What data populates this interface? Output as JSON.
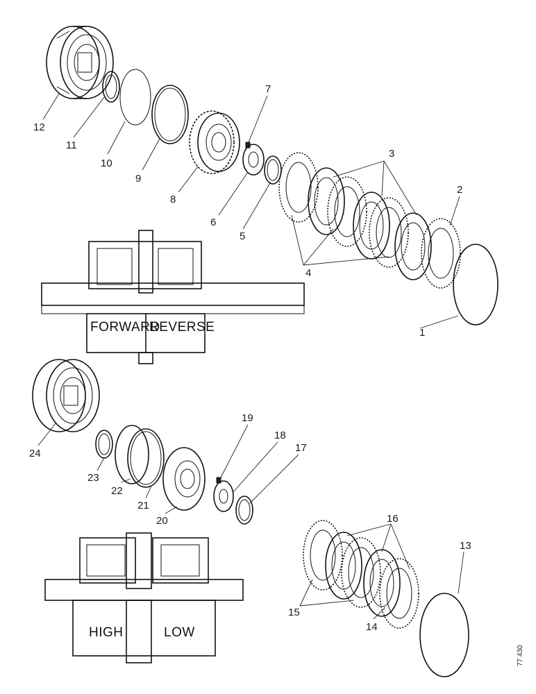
{
  "figure_ref": "77 430",
  "callouts": {
    "c1": "1",
    "c2": "2",
    "c3": "3",
    "c4": "4",
    "c5": "5",
    "c6": "6",
    "c7": "7",
    "c8": "8",
    "c9": "9",
    "c10": "10",
    "c11": "11",
    "c12": "12",
    "c13": "13",
    "c14": "14",
    "c15": "15",
    "c16": "16",
    "c17": "17",
    "c18": "18",
    "c19": "19",
    "c20": "20",
    "c21": "21",
    "c22": "22",
    "c23": "23",
    "c24": "24"
  },
  "sections": {
    "upper": {
      "left_label": "FORWARD",
      "right_label": "REVERSE"
    },
    "lower": {
      "left_label": "HIGH",
      "right_label": "LOW"
    }
  }
}
